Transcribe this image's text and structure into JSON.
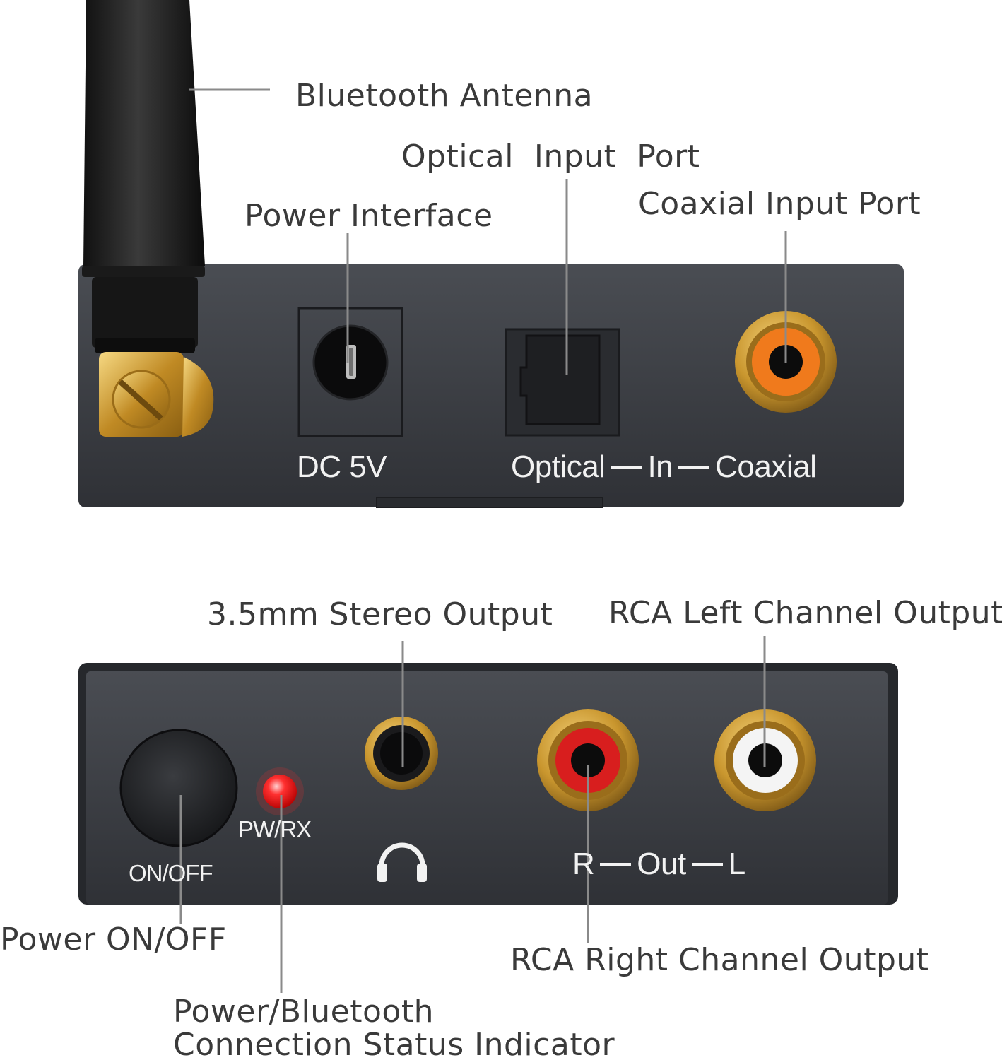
{
  "top_panel": {
    "callouts": {
      "antenna": "Bluetooth Antenna",
      "optical": "Optical  Input  Port",
      "coaxial": "Coaxial Input Port",
      "power": "Power Interface"
    },
    "labels": {
      "dc": "DC 5V",
      "optical": "Optical",
      "in": "In",
      "coaxial": "Coaxial"
    },
    "colors": {
      "coaxial_ring": "#f07a1c",
      "gold": "#c9962e",
      "body": "#3b3d42"
    }
  },
  "bottom_panel": {
    "callouts": {
      "stereo": "3.5mm Stereo Output",
      "rca_left": "RCA Left Channel Output",
      "rca_right": "RCA Right Channel Output",
      "power_switch": "Power ON/OFF",
      "indicator_line1": "Power/Bluetooth",
      "indicator_line2": "Connection Status Indicator"
    },
    "labels": {
      "on_off": "ON/OFF",
      "pwrx": "PW/RX",
      "r": "R",
      "out": "Out",
      "l": "L"
    },
    "colors": {
      "led": "#ff2a2a",
      "rca_right_ring": "#d81e1e",
      "rca_left_ring": "#f4f4f4",
      "gold": "#c9962e"
    },
    "icons": [
      "headphones-icon"
    ]
  }
}
